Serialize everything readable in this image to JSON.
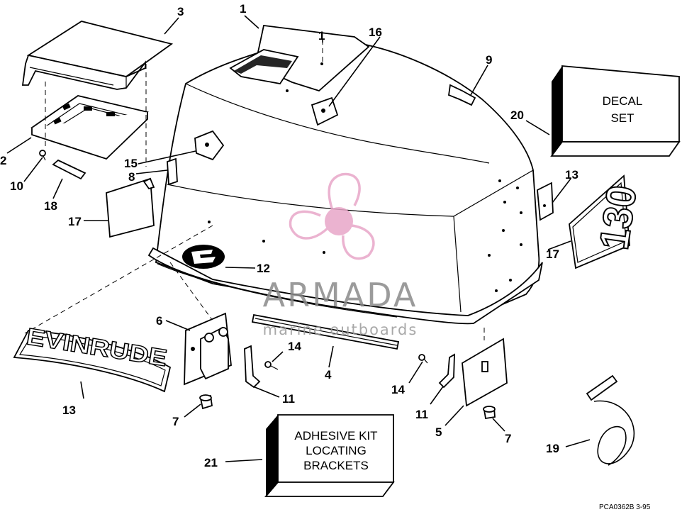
{
  "callouts": [
    "1",
    "1",
    "2",
    "3",
    "4",
    "5",
    "6",
    "7",
    "7",
    "8",
    "9",
    "10",
    "11",
    "11",
    "12",
    "13",
    "13",
    "14",
    "14",
    "15",
    "16",
    "17",
    "17",
    "18",
    "19",
    "20",
    "21"
  ],
  "boxes": {
    "decal_set": [
      "DECAL",
      "SET"
    ],
    "adhesive_kit": [
      "ADHESIVE KIT",
      "LOCATING",
      "BRACKETS"
    ]
  },
  "badges": {
    "brand": "EVINRUDE",
    "model": "130"
  },
  "watermark": {
    "brand": "ARMADA",
    "tagline": "marine outboards"
  },
  "drawing_code": "PCA0362B   3-95",
  "colors": {
    "line": "#000000",
    "watermark_pink": "#e8a6c8",
    "watermark_gray": "#8a8a8a"
  }
}
